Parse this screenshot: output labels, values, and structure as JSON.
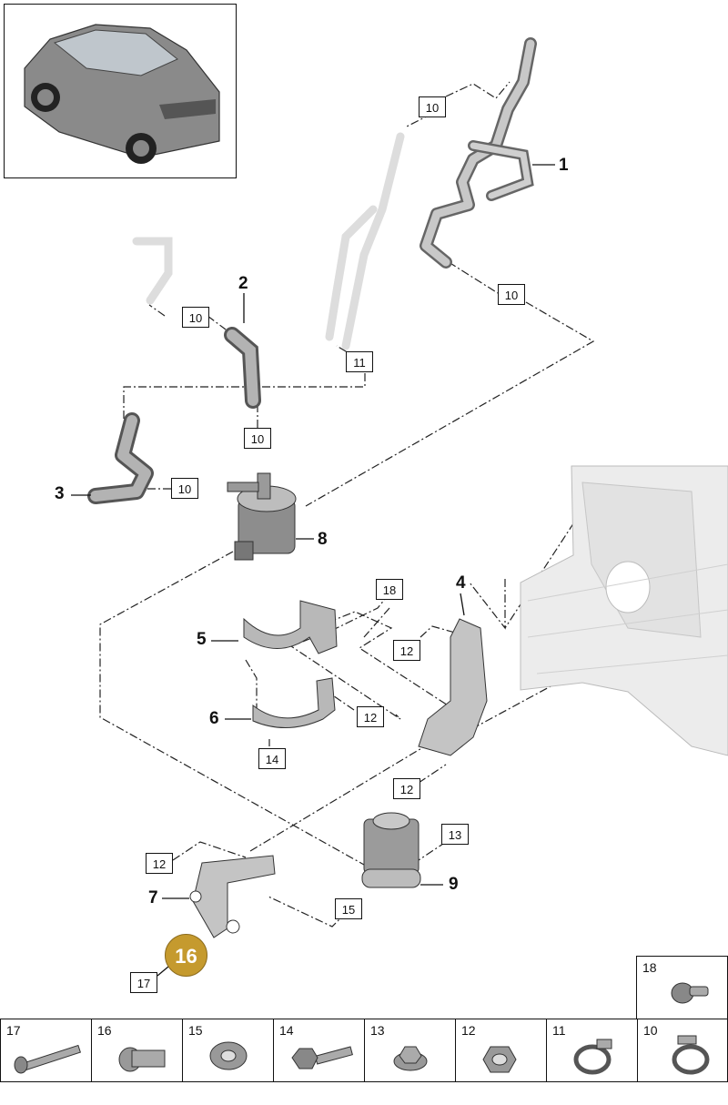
{
  "callouts": {
    "c1": "10",
    "c2": "10",
    "c3": "10",
    "c4": "10",
    "c5": "10",
    "c6": "11",
    "c7": "18",
    "c8": "12",
    "c9": "12",
    "c10": "14",
    "c11": "12",
    "c12": "12",
    "c13": "13",
    "c14": "15",
    "c15": "17"
  },
  "labels": {
    "l1": "1",
    "l2": "2",
    "l3": "3",
    "l4": "4",
    "l5": "5",
    "l6": "6",
    "l7": "7",
    "l8": "8",
    "l9": "9"
  },
  "highlight": {
    "number": "16",
    "color": "#c59a2e"
  },
  "legend": {
    "top_right": "18",
    "row": [
      "17",
      "16",
      "15",
      "14",
      "13",
      "12",
      "11",
      "10"
    ]
  }
}
